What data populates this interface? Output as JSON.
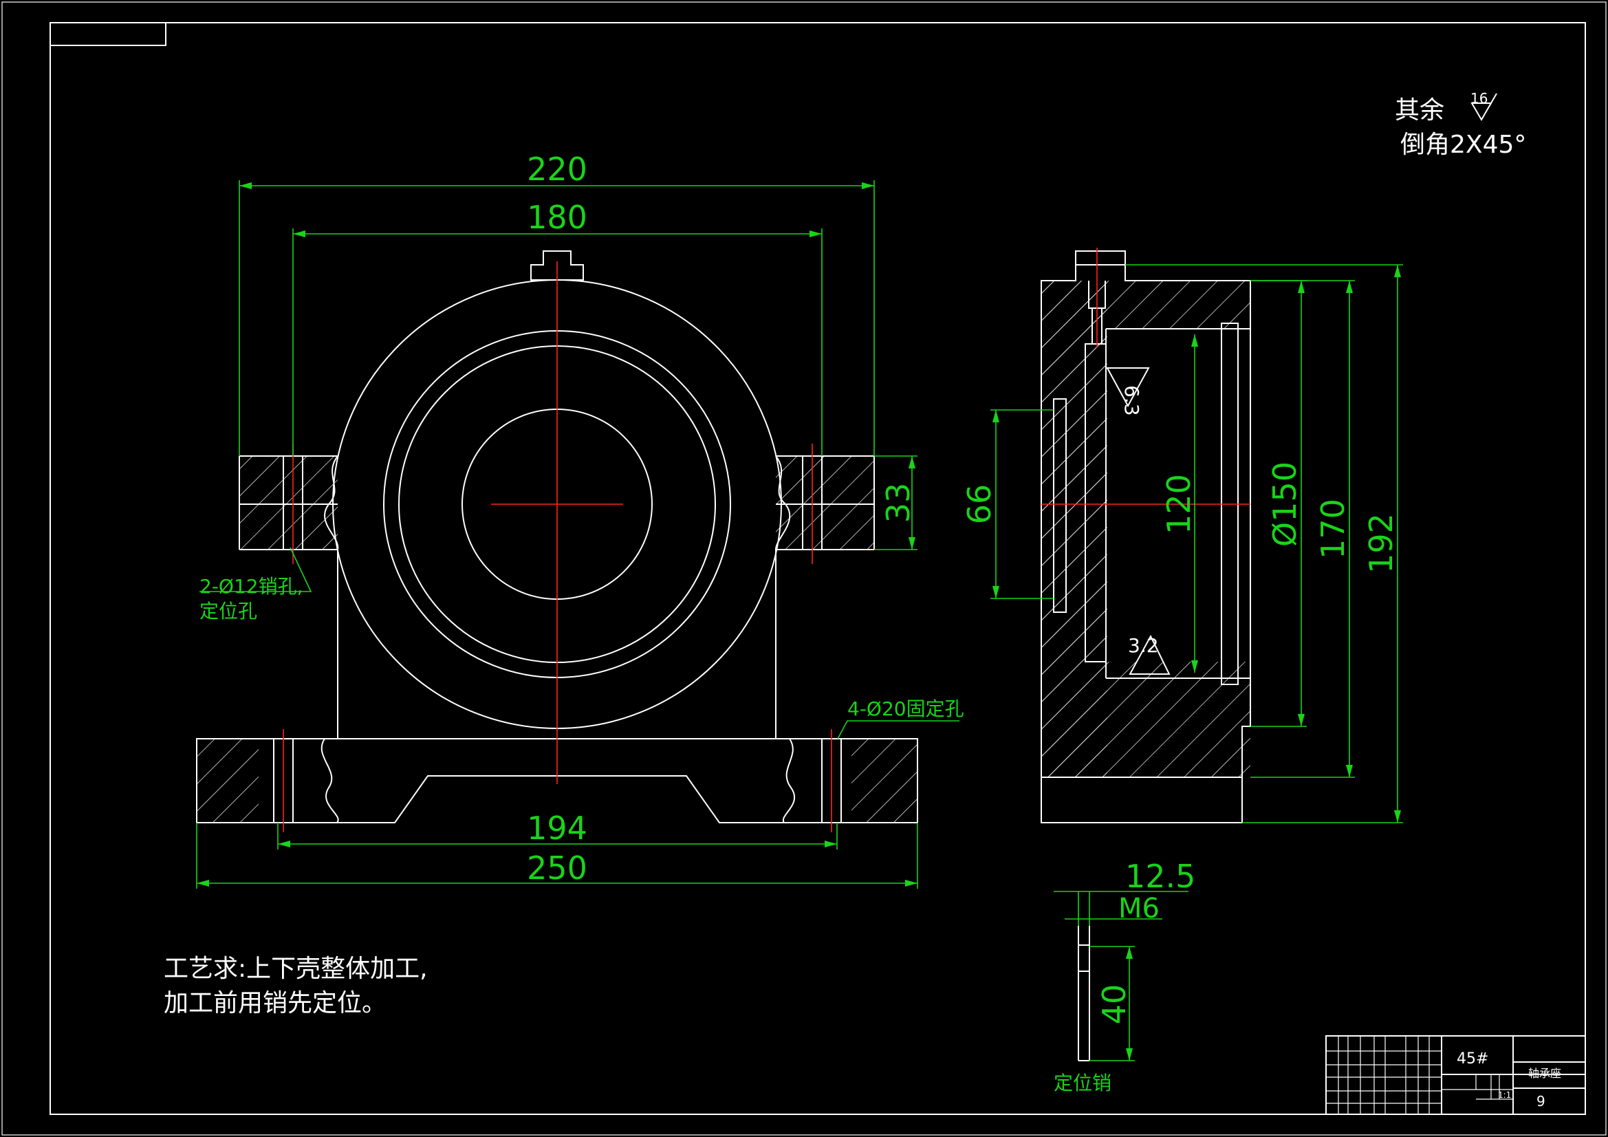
{
  "notes": {
    "roughness_prefix": "其余",
    "roughness_general": "16",
    "chamfer": "倒角2X45°",
    "process_line1": "工艺求:上下壳整体加工,",
    "process_line2": "加工前用销先定位。",
    "pin_hole_line1": "2-Ø12销孔,",
    "pin_hole_line2": "定位孔",
    "fix_hole": "4-Ø20固定孔",
    "pin_caption": "定位销"
  },
  "dimensions": {
    "width_220": "220",
    "width_180": "180",
    "height_33": "33",
    "width_194": "194",
    "width_250": "250",
    "side_66": "66",
    "side_120": "120",
    "side_150": "Ø150",
    "side_170": "170",
    "side_192": "192",
    "rough_63": "6.3",
    "rough_32": "3.2",
    "pin_125": "12.5",
    "pin_m6": "M6",
    "pin_40": "40"
  },
  "title_block": {
    "material": "45#",
    "part_name": "轴承座",
    "scale": "1:1",
    "sheet_no": "9"
  }
}
